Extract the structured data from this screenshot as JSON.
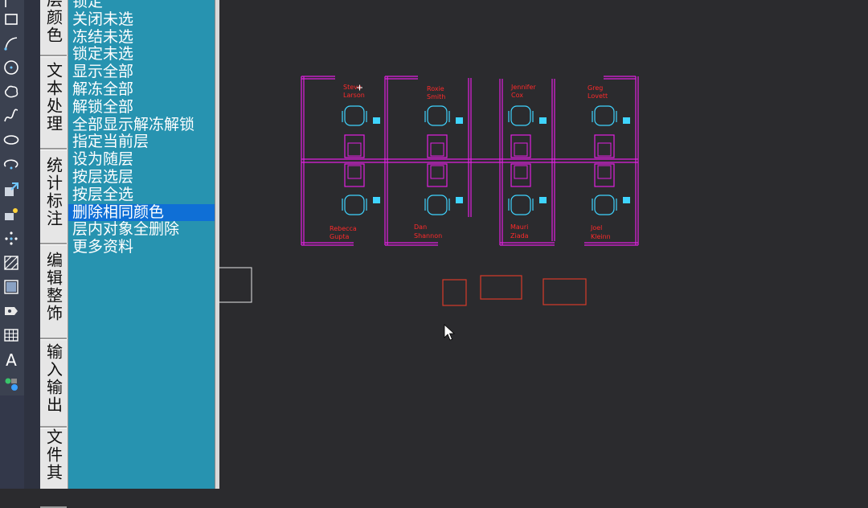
{
  "toolbar": {
    "tools": [
      "polyline-icon",
      "rectangle-icon",
      "arc-icon",
      "circle-icon",
      "revision-cloud-icon",
      "spline-icon",
      "ellipse-icon",
      "ellipse-arc-icon",
      "insert-block-icon",
      "make-block-icon",
      "point-icon",
      "hatch-icon",
      "gradient-icon",
      "region-icon",
      "table-icon",
      "text-icon",
      "add-selected-icon"
    ],
    "text_glyph": "A"
  },
  "category_tabs": [
    {
      "label": "层颜色"
    },
    {
      "label": "文本处理"
    },
    {
      "label": "统计标注"
    },
    {
      "label": "编辑整饰"
    },
    {
      "label": "输入输出"
    },
    {
      "label": "文件其"
    }
  ],
  "commands": {
    "items": [
      "锁定",
      "关闭未选",
      "冻结未选",
      "锁定未选",
      "显示全部",
      "解冻全部",
      "解锁全部",
      "全部显示解冻解锁",
      "指定当前层",
      "设为随层",
      "按层选层",
      "按层全选",
      "删除相同颜色",
      "层内对象全删除",
      "更多资料"
    ],
    "selected_index": 12
  },
  "drawing": {
    "names_top": [
      {
        "first": "Steve",
        "last": "Larson"
      },
      {
        "first": "Roxie",
        "last": "Smith"
      },
      {
        "first": "Jennifer",
        "last": "Cox"
      },
      {
        "first": "Greg",
        "last": "Lovett"
      }
    ],
    "names_bottom": [
      {
        "first": "Rebecca",
        "last": "Gupta"
      },
      {
        "first": "Dan",
        "last": "Shannon"
      },
      {
        "first": "Mauri",
        "last": "Ziada"
      },
      {
        "first": "Joel",
        "last": "Kleinn"
      }
    ],
    "colors": {
      "walls": "#e020e0",
      "chairs": "#3fd4ff",
      "labels": "#ff2a2a",
      "rectangles": "#d83a2a",
      "background": "#2b2b2e",
      "command_panel": "#2793b0",
      "selected_item": "#0f6fd6"
    }
  }
}
